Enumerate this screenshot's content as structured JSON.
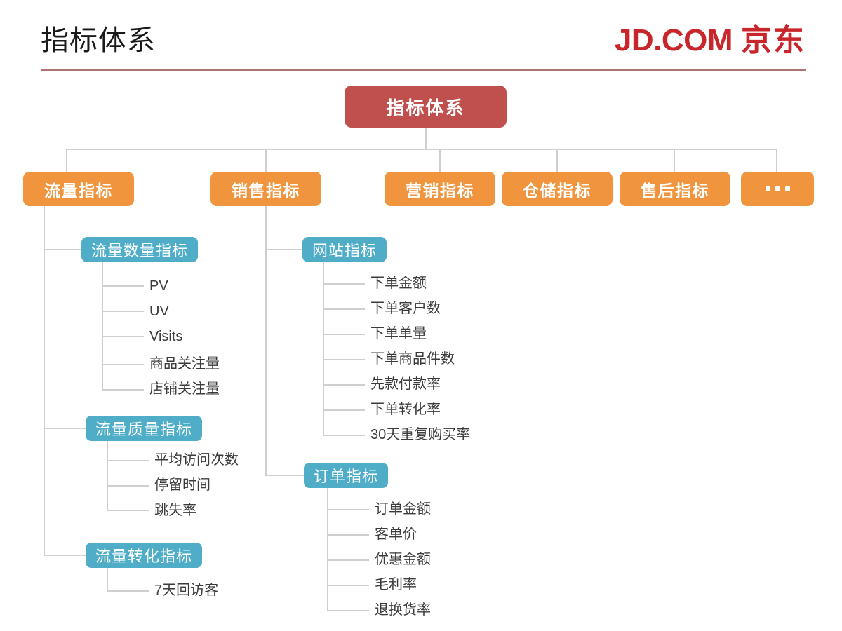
{
  "header": {
    "title": "指标体系",
    "brand_latin": "JD.COM",
    "brand_cn": "京东"
  },
  "colors": {
    "root": "#C0504D",
    "level2": "#F0943E",
    "level3": "#4FADC8",
    "connector": "#CFCFCF",
    "brand_red": "#C9262B",
    "rule": "#9E5B5B",
    "leaf_text": "#3b3b3b"
  },
  "tree": {
    "root": {
      "label": "指标体系"
    },
    "level2": [
      {
        "label": "流量指标"
      },
      {
        "label": "销售指标"
      },
      {
        "label": "营销指标"
      },
      {
        "label": "仓储指标"
      },
      {
        "label": "售后指标"
      },
      {
        "label": "…",
        "is_ellipsis": true
      }
    ],
    "groups": [
      {
        "label": "流量数量指标",
        "parent": "流量指标",
        "leaves": [
          "PV",
          "UV",
          "Visits",
          "商品关注量",
          "店铺关注量"
        ]
      },
      {
        "label": "流量质量指标",
        "parent": "流量指标",
        "leaves": [
          "平均访问次数",
          "停留时间",
          "跳失率"
        ]
      },
      {
        "label": "流量转化指标",
        "parent": "流量指标",
        "leaves": [
          "7天回访客"
        ]
      },
      {
        "label": "网站指标",
        "parent": "销售指标",
        "leaves": [
          "下单金额",
          "下单客户数",
          "下单单量",
          "下单商品件数",
          "先款付款率",
          "下单转化率",
          "30天重复购买率"
        ]
      },
      {
        "label": "订单指标",
        "parent": "销售指标",
        "leaves": [
          "订单金额",
          "客单价",
          "优惠金额",
          "毛利率",
          "退换货率"
        ]
      }
    ]
  }
}
